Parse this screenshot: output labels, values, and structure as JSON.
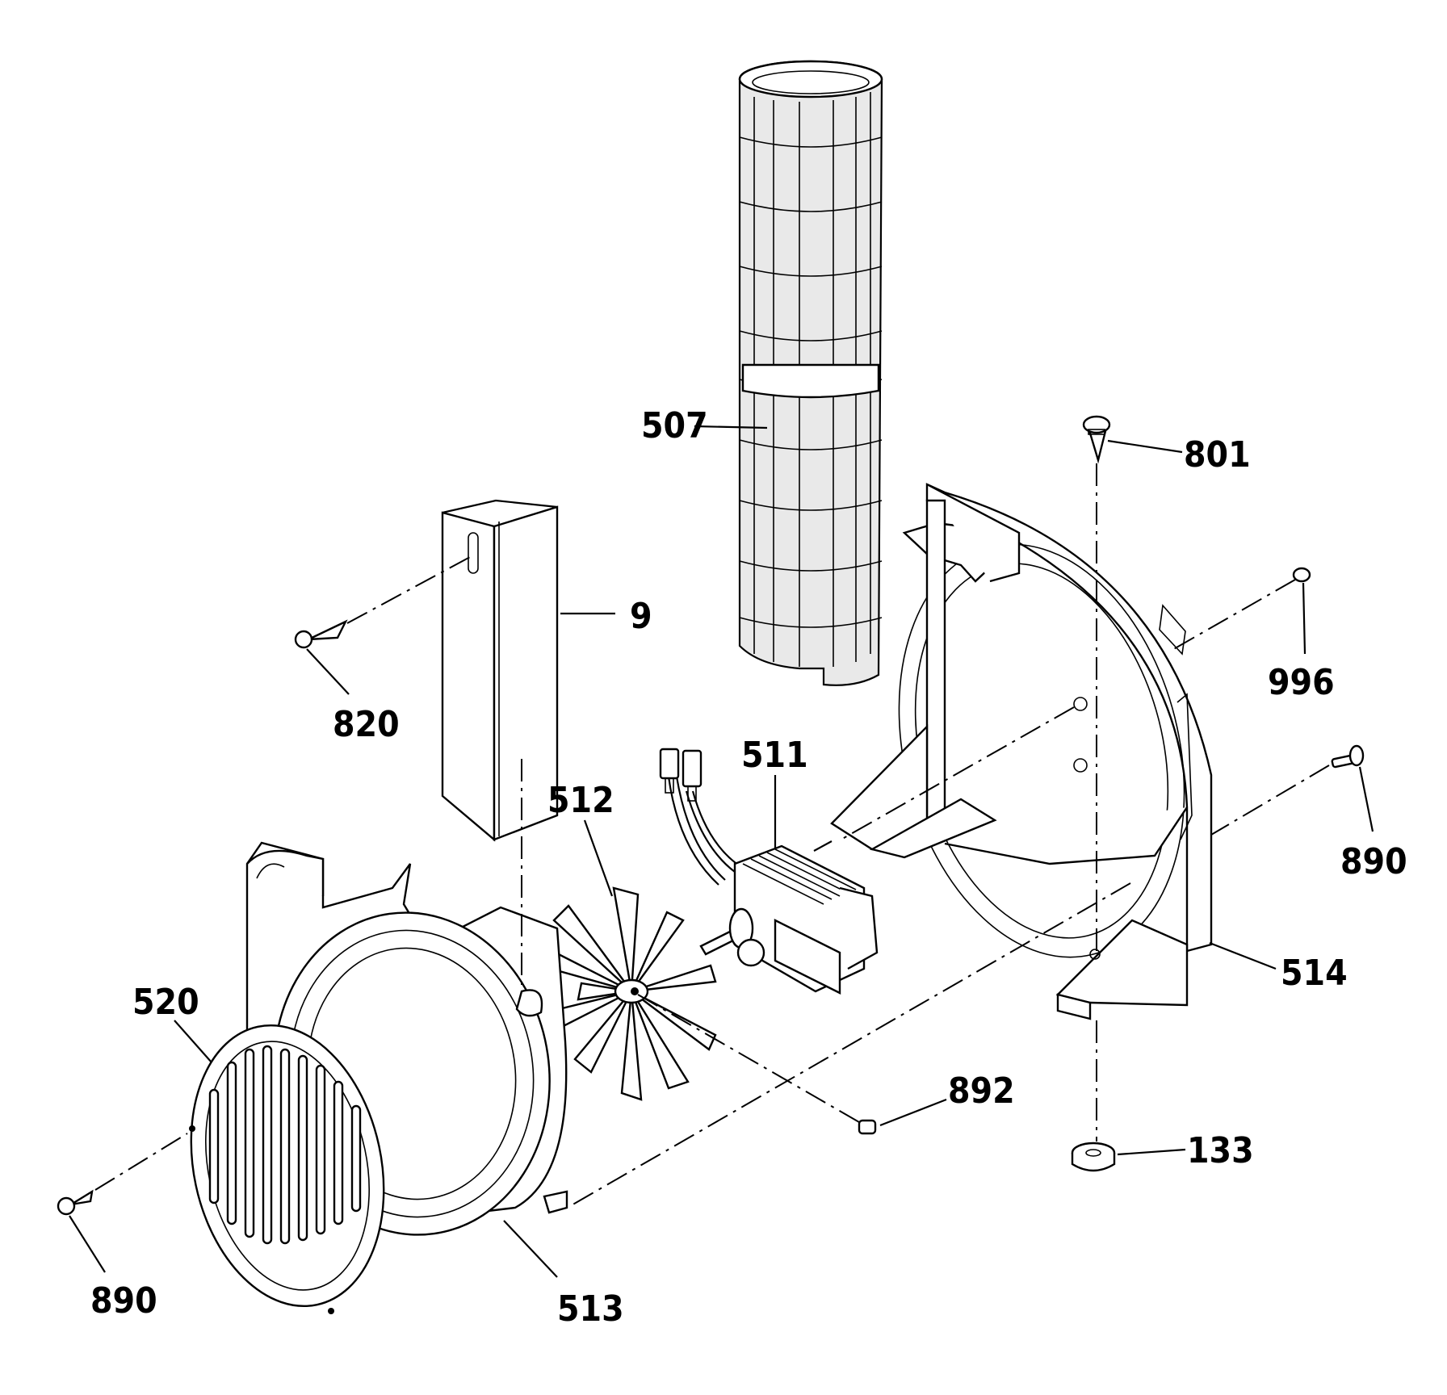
{
  "callouts": {
    "c507": "507",
    "c801": "801",
    "c9": "9",
    "c996": "996",
    "c820": "820",
    "c511": "511",
    "c512": "512",
    "c890_right": "890",
    "c520": "520",
    "c514": "514",
    "c892": "892",
    "c133": "133",
    "c890_left": "890",
    "c513": "513"
  }
}
